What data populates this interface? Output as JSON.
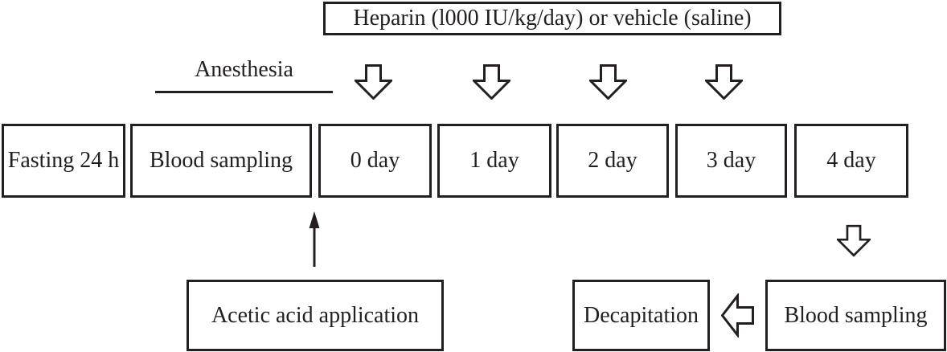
{
  "diagram": {
    "title_semantic": "Experimental design timeline",
    "heparin_box_label": "Heparin (l000 IU/kg/day) or vehicle (saline)",
    "anesthesia_label": "Anesthesia",
    "timeline_boxes": [
      {
        "label": "Fasting 24 h"
      },
      {
        "label": "Blood sampling"
      },
      {
        "label": "0 day"
      },
      {
        "label": "1 day"
      },
      {
        "label": "2 day"
      },
      {
        "label": "3 day"
      },
      {
        "label": "4 day"
      }
    ],
    "acetic_box_label": "Acetic acid application",
    "decapitation_box_label": "Decapitation",
    "final_blood_sampling_label": "Blood sampling",
    "icons": {
      "daily_treatment_arrows": "down-arrow-icon (4, hollow, from heparin box to 0–3 day boxes)",
      "final_sampling_arrow": "down-arrow-icon (hollow, from 4 day box to blood sampling box)",
      "acetic_application_arrow": "up-arrow-icon (solid, from acetic acid box to timeline)",
      "decapitation_arrow": "left-arrow-icon (hollow, from blood sampling to decapitation)"
    },
    "colors": {
      "line": "#231f20",
      "background": "#ffffff"
    }
  }
}
